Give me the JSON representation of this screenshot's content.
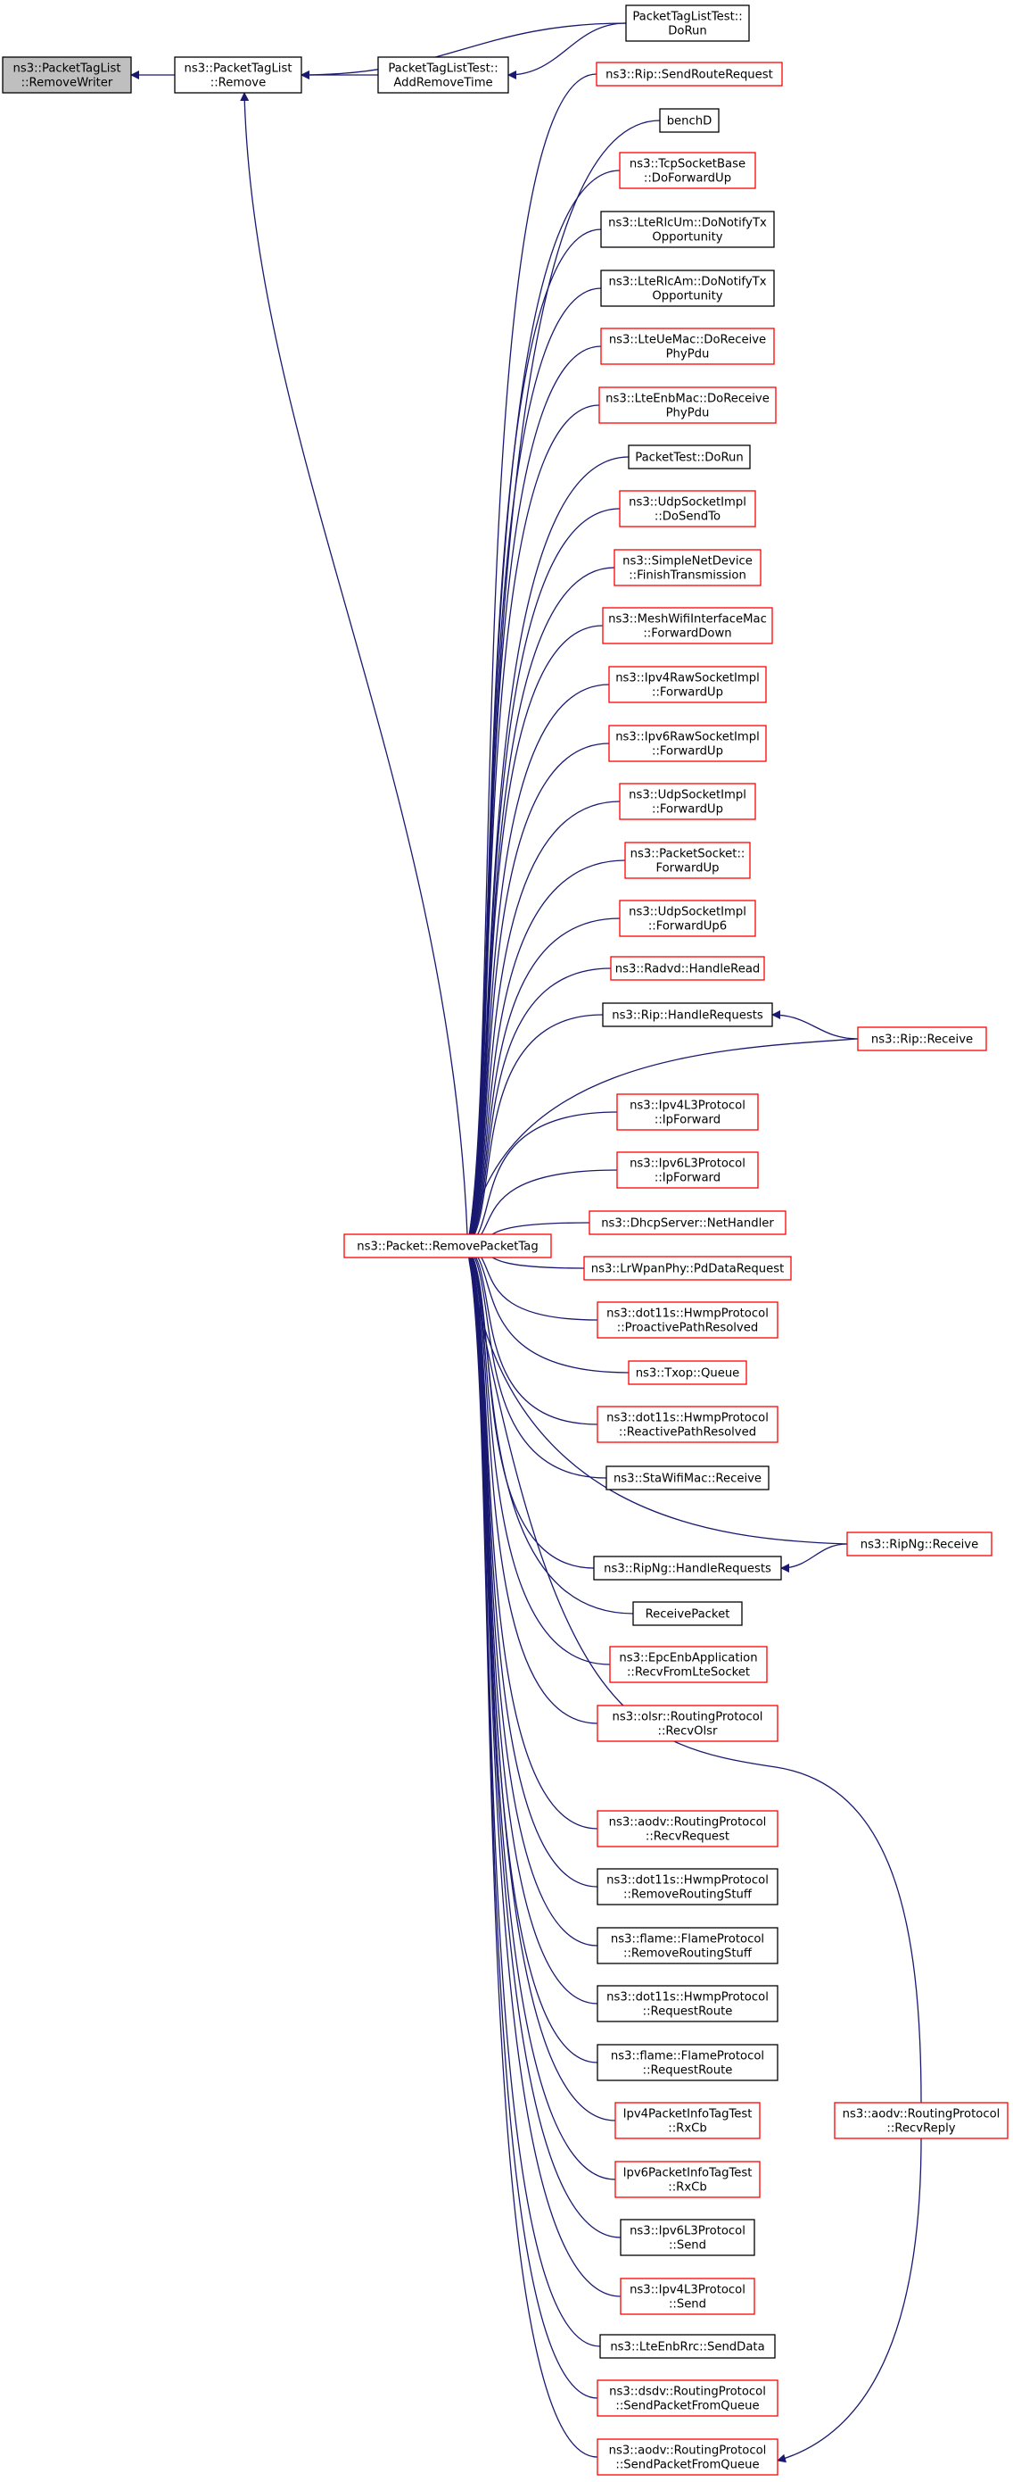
{
  "colors": {
    "edge": "#191970",
    "border_black": "#000000",
    "border_red": "#ff0000",
    "highlight_fill": "#bfbfbf",
    "node_fill": "#ffffff"
  },
  "nodes": [
    {
      "id": "removewriter",
      "lines": [
        "ns3::PacketTagList",
        "::RemoveWriter"
      ],
      "style": "highlight"
    },
    {
      "id": "remove",
      "lines": [
        "ns3::PacketTagList",
        "::Remove"
      ],
      "style": "black"
    },
    {
      "id": "addremovetime",
      "lines": [
        "PacketTagListTest::",
        "AddRemoveTime"
      ],
      "style": "black"
    },
    {
      "id": "tagtest_dorun",
      "lines": [
        "PacketTagListTest::",
        "DoRun"
      ],
      "style": "black"
    },
    {
      "id": "removepackettag",
      "lines": [
        "ns3::Packet::RemovePacketTag"
      ],
      "style": "red"
    },
    {
      "id": "rip_sendroute",
      "lines": [
        "ns3::Rip::SendRouteRequest"
      ],
      "style": "red"
    },
    {
      "id": "benchd",
      "lines": [
        "benchD"
      ],
      "style": "black"
    },
    {
      "id": "tcp_doforwardup",
      "lines": [
        "ns3::TcpSocketBase",
        "::DoForwardUp"
      ],
      "style": "red"
    },
    {
      "id": "lterlcum",
      "lines": [
        "ns3::LteRlcUm::DoNotifyTx",
        "Opportunity"
      ],
      "style": "black"
    },
    {
      "id": "lterlcam",
      "lines": [
        "ns3::LteRlcAm::DoNotifyTx",
        "Opportunity"
      ],
      "style": "black"
    },
    {
      "id": "lteuemac",
      "lines": [
        "ns3::LteUeMac::DoReceive",
        "PhyPdu"
      ],
      "style": "red"
    },
    {
      "id": "lteenbmac",
      "lines": [
        "ns3::LteEnbMac::DoReceive",
        "PhyPdu"
      ],
      "style": "red"
    },
    {
      "id": "packettest",
      "lines": [
        "PacketTest::DoRun"
      ],
      "style": "black"
    },
    {
      "id": "udp_dosendto",
      "lines": [
        "ns3::UdpSocketImpl",
        "::DoSendTo"
      ],
      "style": "red"
    },
    {
      "id": "simplenet",
      "lines": [
        "ns3::SimpleNetDevice",
        "::FinishTransmission"
      ],
      "style": "red"
    },
    {
      "id": "meshwifi",
      "lines": [
        "ns3::MeshWifiInterfaceMac",
        "::ForwardDown"
      ],
      "style": "red"
    },
    {
      "id": "ipv4raw",
      "lines": [
        "ns3::Ipv4RawSocketImpl",
        "::ForwardUp"
      ],
      "style": "red"
    },
    {
      "id": "ipv6raw",
      "lines": [
        "ns3::Ipv6RawSocketImpl",
        "::ForwardUp"
      ],
      "style": "red"
    },
    {
      "id": "udp_forwardup",
      "lines": [
        "ns3::UdpSocketImpl",
        "::ForwardUp"
      ],
      "style": "red"
    },
    {
      "id": "packetsocket",
      "lines": [
        "ns3::PacketSocket::",
        "ForwardUp"
      ],
      "style": "red"
    },
    {
      "id": "udp_forwardup6",
      "lines": [
        "ns3::UdpSocketImpl",
        "::ForwardUp6"
      ],
      "style": "red"
    },
    {
      "id": "radvd",
      "lines": [
        "ns3::Radvd::HandleRead"
      ],
      "style": "red"
    },
    {
      "id": "rip_handle",
      "lines": [
        "ns3::Rip::HandleRequests"
      ],
      "style": "black"
    },
    {
      "id": "rip_receive",
      "lines": [
        "ns3::Rip::Receive"
      ],
      "style": "red"
    },
    {
      "id": "ipv4l3_ipforward",
      "lines": [
        "ns3::Ipv4L3Protocol",
        "::IpForward"
      ],
      "style": "red"
    },
    {
      "id": "ipv6l3_ipforward",
      "lines": [
        "ns3::Ipv6L3Protocol",
        "::IpForward"
      ],
      "style": "red"
    },
    {
      "id": "dhcp",
      "lines": [
        "ns3::DhcpServer::NetHandler"
      ],
      "style": "red"
    },
    {
      "id": "lrwpan",
      "lines": [
        "ns3::LrWpanPhy::PdDataRequest"
      ],
      "style": "red"
    },
    {
      "id": "hwmp_proactive",
      "lines": [
        "ns3::dot11s::HwmpProtocol",
        "::ProactivePathResolved"
      ],
      "style": "red"
    },
    {
      "id": "txop",
      "lines": [
        "ns3::Txop::Queue"
      ],
      "style": "red"
    },
    {
      "id": "hwmp_reactive",
      "lines": [
        "ns3::dot11s::HwmpProtocol",
        "::ReactivePathResolved"
      ],
      "style": "red"
    },
    {
      "id": "stawifi",
      "lines": [
        "ns3::StaWifiMac::Receive"
      ],
      "style": "black"
    },
    {
      "id": "ripng_handle",
      "lines": [
        "ns3::RipNg::HandleRequests"
      ],
      "style": "black"
    },
    {
      "id": "ripng_receive",
      "lines": [
        "ns3::RipNg::Receive"
      ],
      "style": "red"
    },
    {
      "id": "receivepacket",
      "lines": [
        "ReceivePacket"
      ],
      "style": "black"
    },
    {
      "id": "epcenb",
      "lines": [
        "ns3::EpcEnbApplication",
        "::RecvFromLteSocket"
      ],
      "style": "red"
    },
    {
      "id": "olsr",
      "lines": [
        "ns3::olsr::RoutingProtocol",
        "::RecvOlsr"
      ],
      "style": "red"
    },
    {
      "id": "aodv_recvrequest",
      "lines": [
        "ns3::aodv::RoutingProtocol",
        "::RecvRequest"
      ],
      "style": "red"
    },
    {
      "id": "hwmp_removerouting",
      "lines": [
        "ns3::dot11s::HwmpProtocol",
        "::RemoveRoutingStuff"
      ],
      "style": "black"
    },
    {
      "id": "flame_removerouting",
      "lines": [
        "ns3::flame::FlameProtocol",
        "::RemoveRoutingStuff"
      ],
      "style": "black"
    },
    {
      "id": "hwmp_requestroute",
      "lines": [
        "ns3::dot11s::HwmpProtocol",
        "::RequestRoute"
      ],
      "style": "black"
    },
    {
      "id": "flame_requestroute",
      "lines": [
        "ns3::flame::FlameProtocol",
        "::RequestRoute"
      ],
      "style": "black"
    },
    {
      "id": "aodv_recvreply",
      "lines": [
        "ns3::aodv::RoutingProtocol",
        "::RecvReply"
      ],
      "style": "red"
    },
    {
      "id": "ipv4pkt_rxcb",
      "lines": [
        "Ipv4PacketInfoTagTest",
        "::RxCb"
      ],
      "style": "red"
    },
    {
      "id": "ipv6pkt_rxcb",
      "lines": [
        "Ipv6PacketInfoTagTest",
        "::RxCb"
      ],
      "style": "red"
    },
    {
      "id": "ipv6l3_send",
      "lines": [
        "ns3::Ipv6L3Protocol",
        "::Send"
      ],
      "style": "black"
    },
    {
      "id": "ipv4l3_send",
      "lines": [
        "ns3::Ipv4L3Protocol",
        "::Send"
      ],
      "style": "red"
    },
    {
      "id": "lteenbrrc",
      "lines": [
        "ns3::LteEnbRrc::SendData"
      ],
      "style": "black"
    },
    {
      "id": "dsdv_sendqueue",
      "lines": [
        "ns3::dsdv::RoutingProtocol",
        "::SendPacketFromQueue"
      ],
      "style": "red"
    },
    {
      "id": "aodv_sendqueue",
      "lines": [
        "ns3::aodv::RoutingProtocol",
        "::SendPacketFromQueue"
      ],
      "style": "red"
    }
  ]
}
